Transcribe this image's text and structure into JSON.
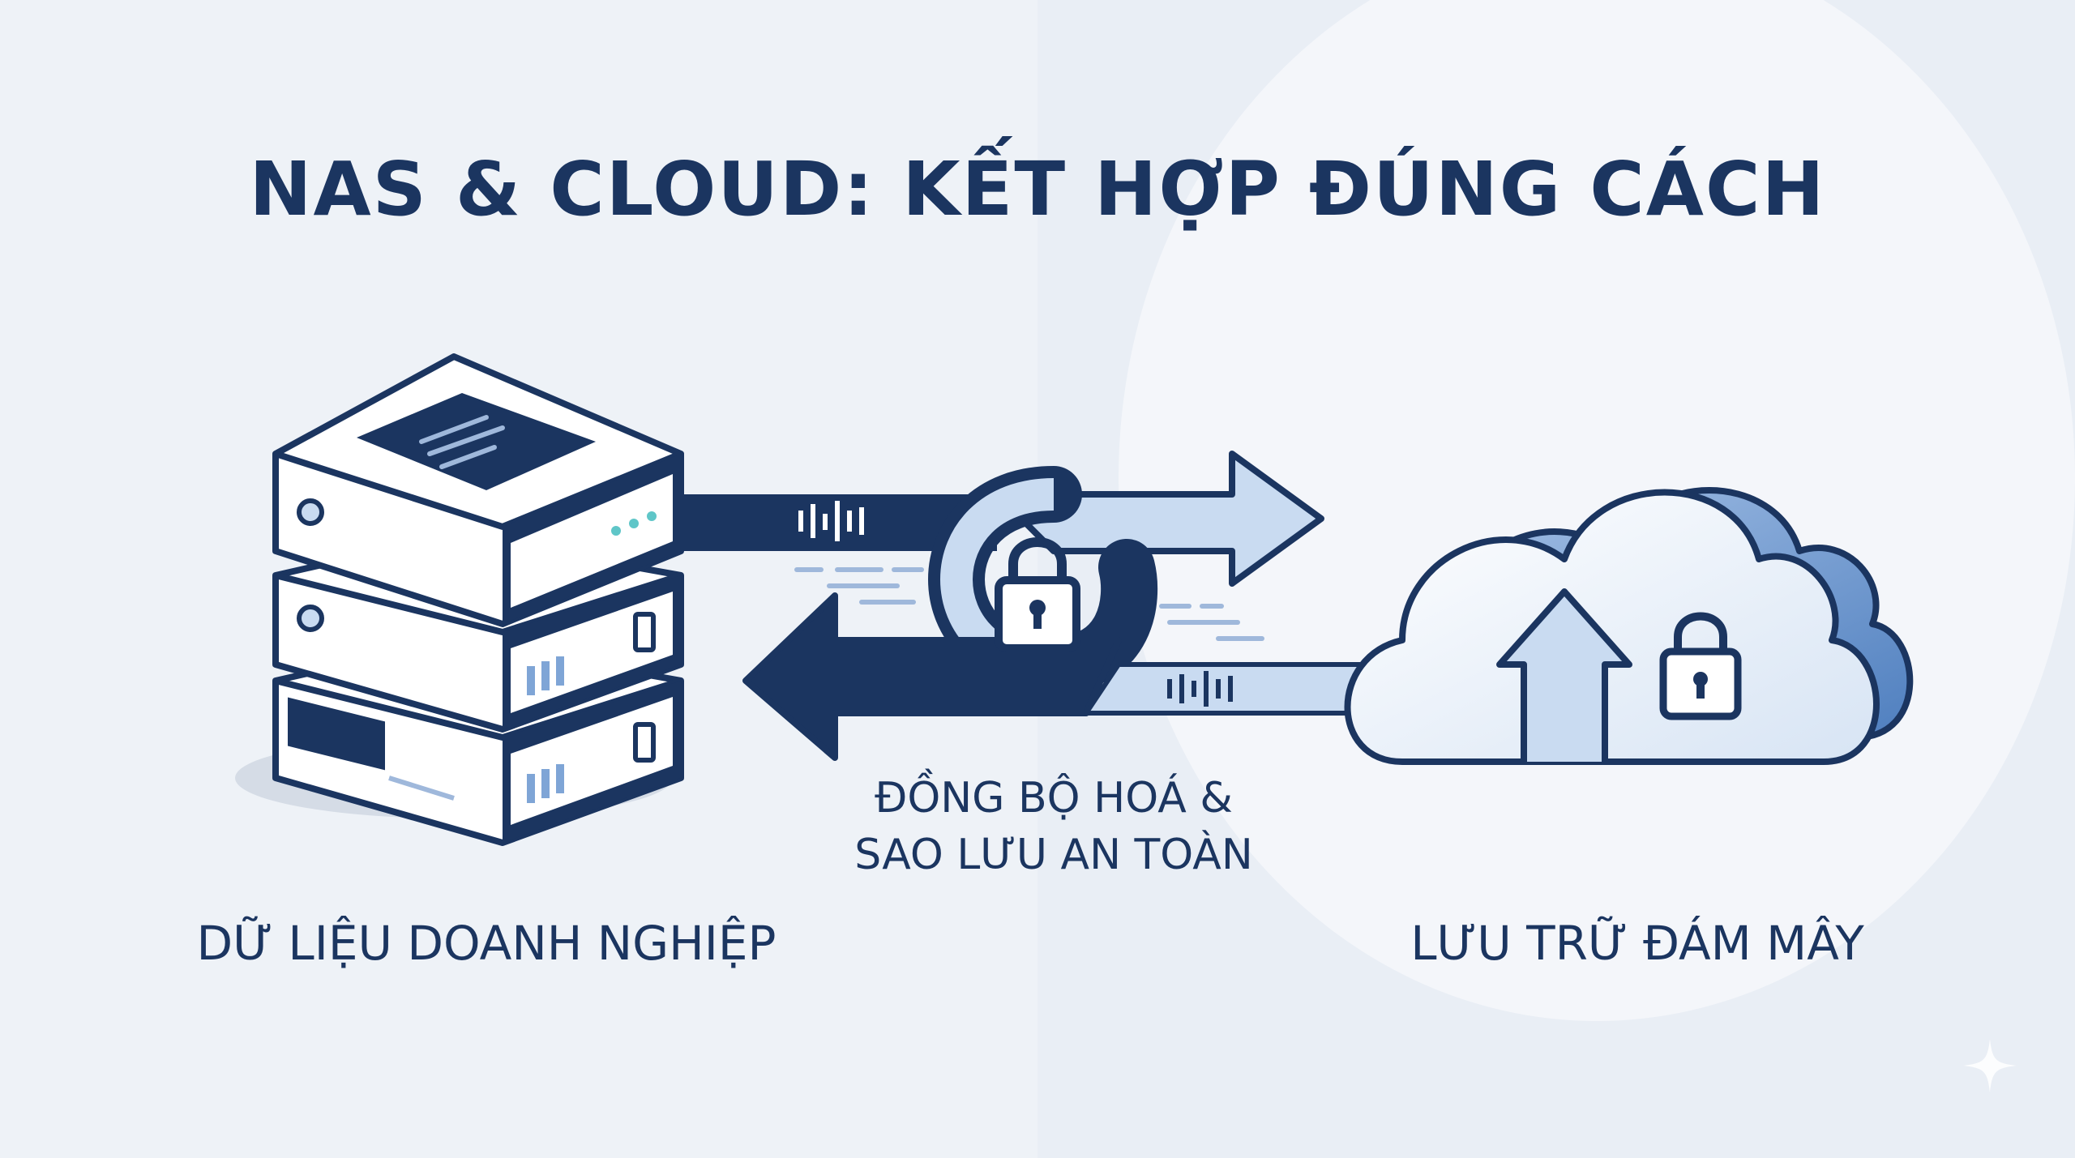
{
  "title": "NAS & CLOUD: KẾT HỢP ĐÚNG CÁCH",
  "nodes": {
    "nas": {
      "label": "DỮ LIỆU DOANH NGHIỆP",
      "icon": "nas-server-icon"
    },
    "cloud": {
      "label": "LƯU TRỮ ĐÁM MÂY",
      "icon": "cloud-upload-lock-icon"
    }
  },
  "link": {
    "label_line1": "ĐỒNG BỘ HOÁ &",
    "label_line2": "SAO LƯU AN TOÀN",
    "icon": "padlock-icon"
  },
  "colors": {
    "navy": "#1b3560",
    "light_blue": "#c9dbf1",
    "mid_blue": "#7fa5d6",
    "background": "#eef2f7"
  }
}
